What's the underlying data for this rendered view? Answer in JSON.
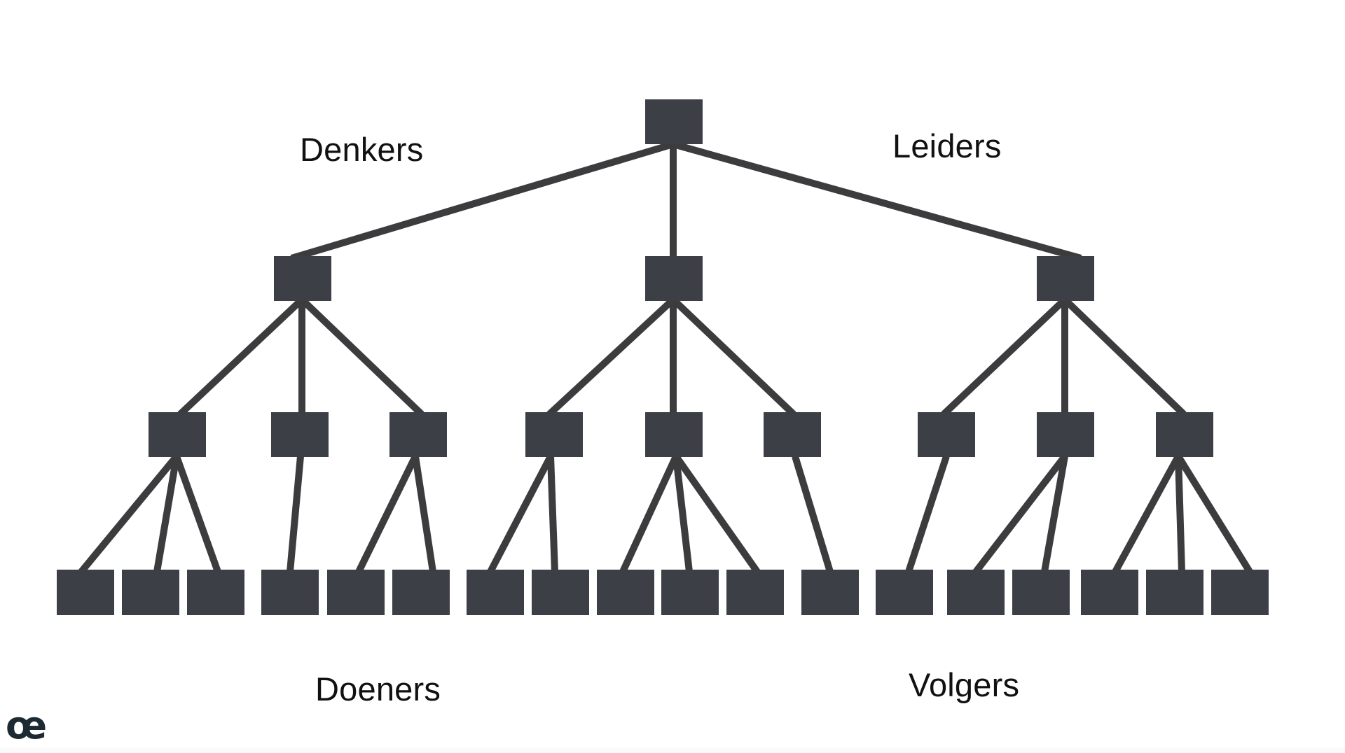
{
  "labels": {
    "denkers": "Denkers",
    "leiders": "Leiders",
    "doeners": "Doeners",
    "volgers": "Volgers"
  },
  "logo": {
    "text": "œ",
    "icon": "oe-logo-icon",
    "color": "#1c2a33"
  },
  "colors": {
    "node": "#3d3f46",
    "edge": "#3c3c3e",
    "background": "#ffffff",
    "label": "#111111"
  },
  "hierarchy": {
    "levels": [
      {
        "name": "root",
        "count": 1
      },
      {
        "name": "level-1",
        "count": 3
      },
      {
        "name": "level-2",
        "count": 9
      },
      {
        "name": "level-3",
        "count": 18
      }
    ],
    "tree": {
      "children": [
        {
          "children": [
            {
              "children": 3
            },
            {
              "children": 1
            },
            {
              "children": 2
            }
          ]
        },
        {
          "children": [
            {
              "children": 2
            },
            {
              "children": 3
            },
            {
              "children": 1
            }
          ]
        },
        {
          "children": [
            {
              "children": 1
            },
            {
              "children": 2
            },
            {
              "children": 3
            }
          ]
        }
      ]
    }
  }
}
